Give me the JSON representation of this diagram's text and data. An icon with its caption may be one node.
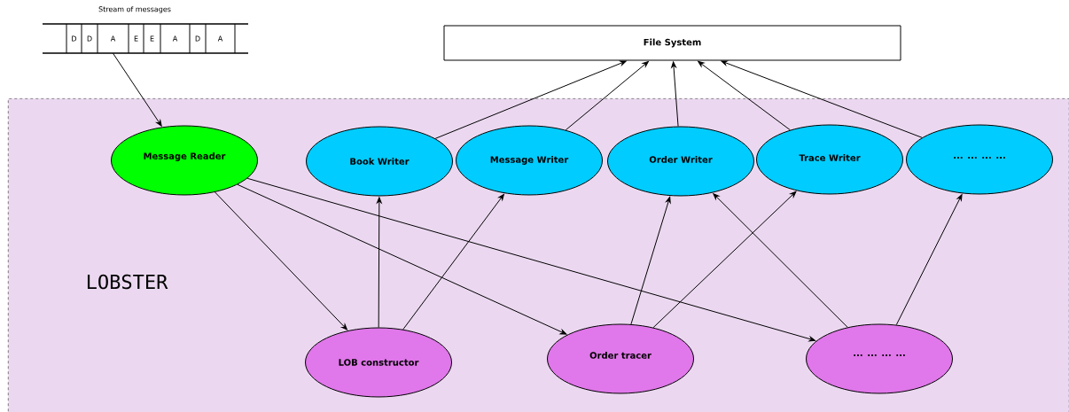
{
  "diagram": {
    "nodes": [
      {
        "text": [
          "Stream of messages"
        ]
      },
      {
        "text": [
          "D"
        ],
        "in": 0
      },
      {
        "text": [
          "D"
        ],
        "in": 0
      },
      {
        "text": [
          "A"
        ],
        "in": 0
      },
      {
        "text": [
          "E"
        ],
        "in": 0
      },
      {
        "text": [
          "E"
        ],
        "in": 0
      },
      {
        "text": [
          "A"
        ],
        "in": 0
      },
      {
        "text": [
          "D"
        ],
        "in": 0
      },
      {
        "text": [
          "A"
        ],
        "in": 0
      },
      {
        "text": [
          "File System"
        ]
      },
      {
        "text": [
          "LOBSTER"
        ]
      },
      {
        "text": [
          "Message Reader"
        ],
        "in": 10
      },
      {
        "text": [
          "Book Writer"
        ],
        "in": 10
      },
      {
        "text": [
          "Message Writer"
        ],
        "in": 10
      },
      {
        "text": [
          "Order Writer"
        ],
        "in": 10
      },
      {
        "text": [
          "Trace Writer"
        ],
        "in": 10
      },
      {
        "text": [
          "... ... ... ..."
        ],
        "in": 10
      },
      {
        "text": [
          "LOB constructor"
        ],
        "in": 10
      },
      {
        "text": [
          "Order tracer"
        ],
        "in": 10
      },
      {
        "text": [
          "... ... ... ..."
        ],
        "in": 10
      }
    ],
    "edges": [
      {
        "from": 3,
        "to": 11,
        "arrow": "to"
      },
      {
        "from": 12,
        "to": 9,
        "arrow": "to"
      },
      {
        "from": 13,
        "to": 9,
        "arrow": "to"
      },
      {
        "from": 14,
        "to": 9,
        "arrow": "to"
      },
      {
        "from": 15,
        "to": 9,
        "arrow": "to"
      },
      {
        "from": 16,
        "to": 9,
        "arrow": "to"
      },
      {
        "from": 11,
        "to": 17,
        "arrow": "to"
      },
      {
        "from": 11,
        "to": 18,
        "arrow": "to"
      },
      {
        "from": 11,
        "to": 19,
        "arrow": "to"
      },
      {
        "from": 17,
        "to": 12,
        "arrow": "to"
      },
      {
        "from": 17,
        "to": 13,
        "arrow": "to"
      },
      {
        "from": 18,
        "to": 14,
        "arrow": "to"
      },
      {
        "from": 18,
        "to": 15,
        "arrow": "to"
      },
      {
        "from": 19,
        "to": 14,
        "arrow": "to"
      },
      {
        "from": 19,
        "to": 16,
        "arrow": "to"
      }
    ]
  }
}
